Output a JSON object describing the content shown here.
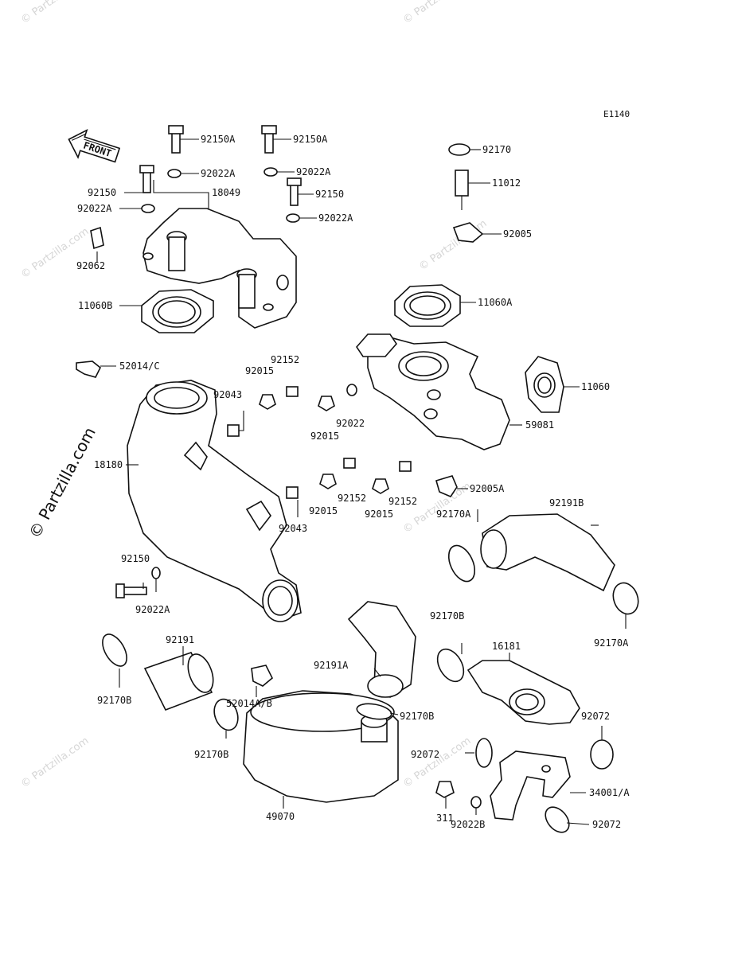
{
  "diagram_code": "E1140",
  "front_label": "FRONT",
  "copyright": "© Partzilla.com",
  "watermark": "© Partzilla.com",
  "parts": [
    {
      "id": "p-92150A-a",
      "label": "92150A"
    },
    {
      "id": "p-92150A-b",
      "label": "92150A"
    },
    {
      "id": "p-92022A-a",
      "label": "92022A"
    },
    {
      "id": "p-92022A-b",
      "label": "92022A"
    },
    {
      "id": "p-92150-a",
      "label": "92150"
    },
    {
      "id": "p-18049",
      "label": "18049"
    },
    {
      "id": "p-92150-b",
      "label": "92150"
    },
    {
      "id": "p-92022A-c",
      "label": "92022A"
    },
    {
      "id": "p-92022A-d",
      "label": "92022A"
    },
    {
      "id": "p-92062",
      "label": "92062"
    },
    {
      "id": "p-92170",
      "label": "92170"
    },
    {
      "id": "p-11012",
      "label": "11012"
    },
    {
      "id": "p-92005",
      "label": "92005"
    },
    {
      "id": "p-11060B",
      "label": "11060B"
    },
    {
      "id": "p-11060A",
      "label": "11060A"
    },
    {
      "id": "p-92152-a",
      "label": "92152"
    },
    {
      "id": "p-92015-a",
      "label": "92015"
    },
    {
      "id": "p-52014C",
      "label": "52014/C"
    },
    {
      "id": "p-11060",
      "label": "11060"
    },
    {
      "id": "p-92043-a",
      "label": "92043"
    },
    {
      "id": "p-92022",
      "label": "92022"
    },
    {
      "id": "p-92015-b",
      "label": "92015"
    },
    {
      "id": "p-59081",
      "label": "59081"
    },
    {
      "id": "p-18180",
      "label": "18180"
    },
    {
      "id": "p-92005A",
      "label": "92005A"
    },
    {
      "id": "p-92152-b",
      "label": "92152"
    },
    {
      "id": "p-92152-c",
      "label": "92152"
    },
    {
      "id": "p-92015-c",
      "label": "92015"
    },
    {
      "id": "p-92015-d",
      "label": "92015"
    },
    {
      "id": "p-92043-b",
      "label": "92043"
    },
    {
      "id": "p-92170A-a",
      "label": "92170A"
    },
    {
      "id": "p-92191B",
      "label": "92191B"
    },
    {
      "id": "p-92150-c",
      "label": "92150"
    },
    {
      "id": "p-92022A-e",
      "label": "92022A"
    },
    {
      "id": "p-92170B-a",
      "label": "92170B"
    },
    {
      "id": "p-16181",
      "label": "16181"
    },
    {
      "id": "p-92170A-b",
      "label": "92170A"
    },
    {
      "id": "p-92191",
      "label": "92191"
    },
    {
      "id": "p-52014AB",
      "label": "52014A/B"
    },
    {
      "id": "p-92191A",
      "label": "92191A"
    },
    {
      "id": "p-92170B-b",
      "label": "92170B"
    },
    {
      "id": "p-92170B-c",
      "label": "92170B"
    },
    {
      "id": "p-92072-a",
      "label": "92072"
    },
    {
      "id": "p-92170B-d",
      "label": "92170B"
    },
    {
      "id": "p-92072-b",
      "label": "92072"
    },
    {
      "id": "p-34001A",
      "label": "34001/A"
    },
    {
      "id": "p-311",
      "label": "311"
    },
    {
      "id": "p-92022B",
      "label": "92022B"
    },
    {
      "id": "p-92072-c",
      "label": "92072"
    },
    {
      "id": "p-49070",
      "label": "49070"
    }
  ]
}
